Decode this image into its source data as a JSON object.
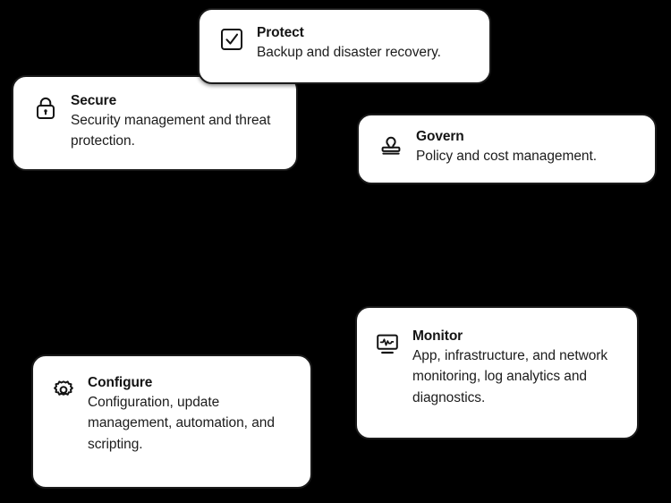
{
  "background_color": "#000000",
  "card_style": {
    "fill": "#ffffff",
    "border_color": "#1a1a1a",
    "text_color": "#141414"
  },
  "cards": [
    {
      "id": "protect",
      "icon": "checkbox-check-icon",
      "title": "Protect",
      "description": "Backup and disaster recovery."
    },
    {
      "id": "secure",
      "icon": "lock-icon",
      "title": "Secure",
      "description": "Security management and threat protection."
    },
    {
      "id": "govern",
      "icon": "stamp-icon",
      "title": "Govern",
      "description": "Policy and cost management."
    },
    {
      "id": "monitor",
      "icon": "monitor-pulse-icon",
      "title": "Monitor",
      "description": "App, infrastructure, and network monitoring, log analytics and diagnostics."
    },
    {
      "id": "configure",
      "icon": "gear-icon",
      "title": "Configure",
      "description": "Configuration, update management, automation, and scripting."
    }
  ]
}
